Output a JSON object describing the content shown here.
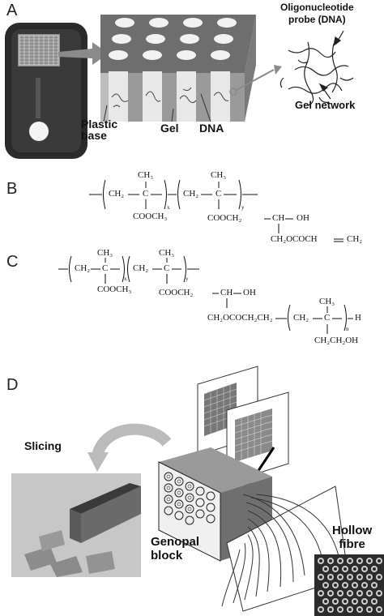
{
  "panels": {
    "a": {
      "label": "A",
      "plastic_base": "Plastic\nbase",
      "gel": "Gel",
      "dna": "DNA",
      "probe": "Oligonucleotide\nprobe (DNA)",
      "gel_network": "Gel network"
    },
    "b": {
      "label": "B",
      "ch2": "CH₂",
      "c": "C",
      "ch3": "CH₃",
      "x": "x",
      "y": "y",
      "cooch3": "COOCH₃",
      "ester": "COOCH₂",
      "ch": "CH",
      "oh": "OH",
      "acrylate": "CH₂OCOCH",
      "vinyl": "CH₂"
    },
    "c": {
      "label": "C",
      "ch2": "CH₂",
      "c": "C",
      "ch3": "CH₃",
      "x": "x",
      "y": "y",
      "n": "n",
      "h": "H",
      "cooch3": "COOCH₃",
      "ester": "COOCH₂",
      "ch": "CH",
      "oh": "OH",
      "linker": "CH₂OCOCH₂CH₂",
      "hydroxyethyl": "CH₂CH₂OH"
    },
    "d": {
      "label": "D",
      "slicing": "Slicing",
      "genopal": "Genopal\nblock",
      "hollow": "Hollow\nfibre"
    }
  }
}
